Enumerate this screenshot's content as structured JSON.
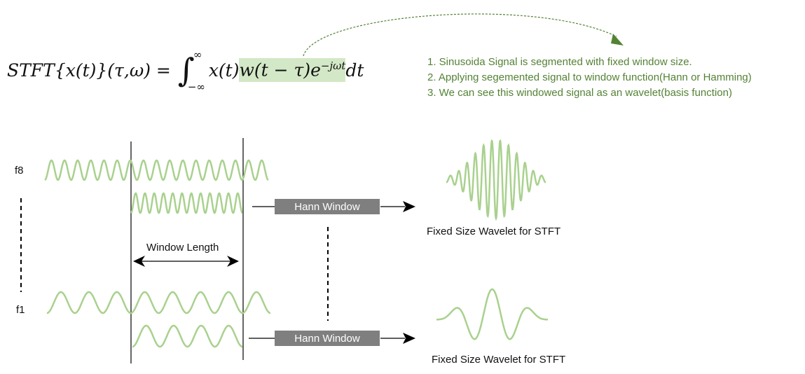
{
  "formula": {
    "lhs": "STFT{x(t)}(τ,ω) =",
    "integral_sign": "∫",
    "upper_limit": "∞",
    "lower_limit": "−∞",
    "signal_term": "x(t)",
    "highlighted_term": "w(t − τ)e",
    "exponent": "−jωt",
    "differential": "dt"
  },
  "notes": [
    "1. Sinusoida Signal is segmented with fixed window size.",
    "2. Applying segemented signal to window function(Hann or Hamming)",
    "3. We can see this windowed signal as an wavelet(basis function)"
  ],
  "labels": {
    "f8": "f8",
    "f1": "f1",
    "window_length": "Window Length",
    "hann_top": "Hann Window",
    "hann_bottom": "Hann Window",
    "wavelet_top": "Fixed Size Wavelet for STFT",
    "wavelet_bottom": "Fixed Size Wavelet for STFT"
  },
  "signals": {
    "f8_full_cycles": 17,
    "f8_segment_cycles": 12,
    "f8_wavelet_cycles": 12,
    "f1_full_cycles": 8,
    "f1_segment_cycles": 4,
    "f1_wavelet_cycles": 3
  },
  "colors": {
    "signal": "#a9d18e",
    "highlight": "#d3e8c6",
    "note_text": "#548235",
    "arrow_dashed": "#548235",
    "hann_box": "#7f7f7f"
  }
}
